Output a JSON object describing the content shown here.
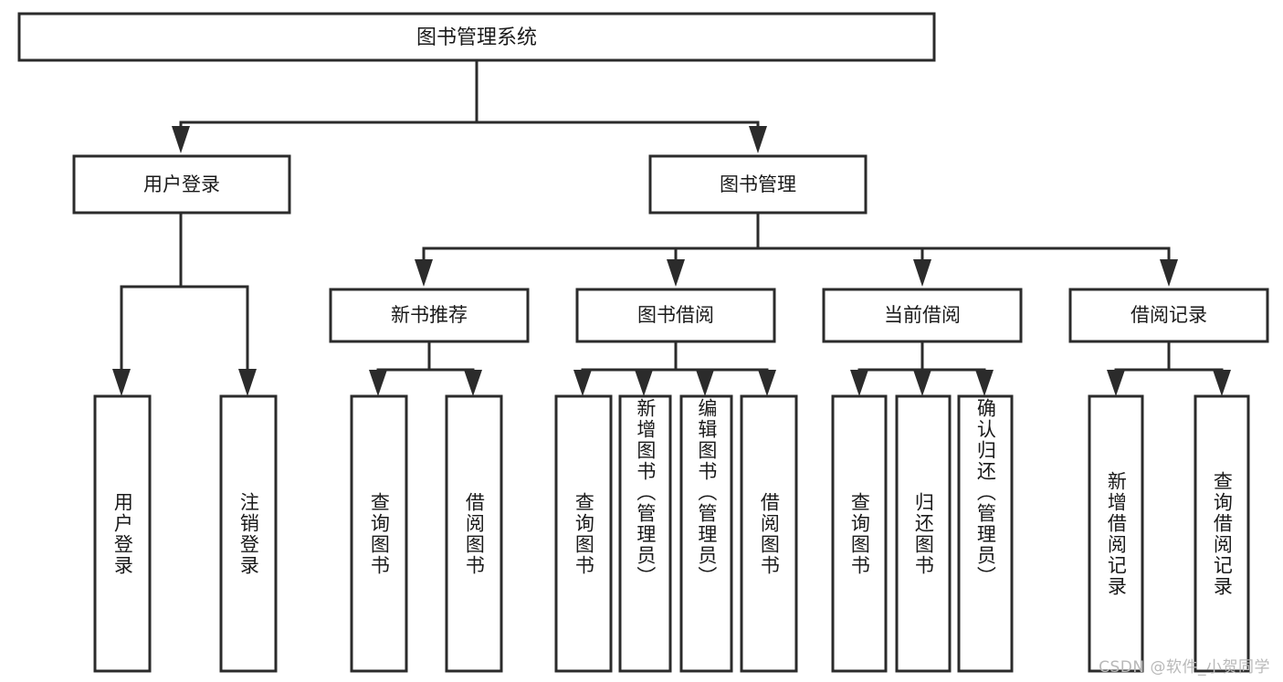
{
  "diagram": {
    "type": "tree-hierarchy",
    "title": "图书管理系统",
    "root": {
      "id": "root",
      "label": "图书管理系统",
      "level": 0,
      "orientation": "horizontal"
    },
    "level2": [
      {
        "id": "user-login",
        "label": "用户登录",
        "orientation": "horizontal"
      },
      {
        "id": "book-management",
        "label": "图书管理",
        "orientation": "horizontal"
      }
    ],
    "level3": [
      {
        "id": "new-book-recommend",
        "label": "新书推荐",
        "parent": "book-management",
        "orientation": "horizontal"
      },
      {
        "id": "book-borrow",
        "label": "图书借阅",
        "parent": "book-management",
        "orientation": "horizontal"
      },
      {
        "id": "current-borrow",
        "label": "当前借阅",
        "parent": "book-management",
        "orientation": "horizontal"
      },
      {
        "id": "borrow-record",
        "label": "借阅记录",
        "parent": "book-management",
        "orientation": "horizontal"
      }
    ],
    "leaves": [
      {
        "id": "leaf-user-login",
        "label": "用户登录",
        "parent": "user-login",
        "orientation": "vertical"
      },
      {
        "id": "leaf-user-logout",
        "label": "注销登录",
        "parent": "user-login",
        "orientation": "vertical"
      },
      {
        "id": "leaf-query-book-1",
        "label": "查询图书",
        "parent": "new-book-recommend",
        "orientation": "vertical"
      },
      {
        "id": "leaf-borrow-book-1",
        "label": "借阅图书",
        "parent": "new-book-recommend",
        "orientation": "vertical"
      },
      {
        "id": "leaf-query-book-2",
        "label": "查询图书",
        "parent": "book-borrow",
        "orientation": "vertical"
      },
      {
        "id": "leaf-add-book",
        "label": "新增图书（管理员）",
        "parent": "book-borrow",
        "orientation": "vertical"
      },
      {
        "id": "leaf-edit-book",
        "label": "编辑图书（管理员）",
        "parent": "book-borrow",
        "orientation": "vertical"
      },
      {
        "id": "leaf-borrow-book-2",
        "label": "借阅图书",
        "parent": "book-borrow",
        "orientation": "vertical"
      },
      {
        "id": "leaf-query-book-3",
        "label": "查询图书",
        "parent": "current-borrow",
        "orientation": "vertical"
      },
      {
        "id": "leaf-return-book",
        "label": "归还图书",
        "parent": "current-borrow",
        "orientation": "vertical"
      },
      {
        "id": "leaf-confirm-return",
        "label": "确认归还（管理员）",
        "parent": "current-borrow",
        "orientation": "vertical"
      },
      {
        "id": "leaf-add-record",
        "label": "新增借阅记录",
        "parent": "borrow-record",
        "orientation": "vertical"
      },
      {
        "id": "leaf-query-record",
        "label": "查询借阅记录",
        "parent": "borrow-record",
        "orientation": "vertical"
      }
    ],
    "watermark": "CSDN @软件_小贺同学",
    "colors": {
      "stroke": "#2b2b2b",
      "fill": "#ffffff",
      "text": "#1a1a1a",
      "watermark": "#b9b9b9",
      "background": "#ffffff"
    }
  }
}
